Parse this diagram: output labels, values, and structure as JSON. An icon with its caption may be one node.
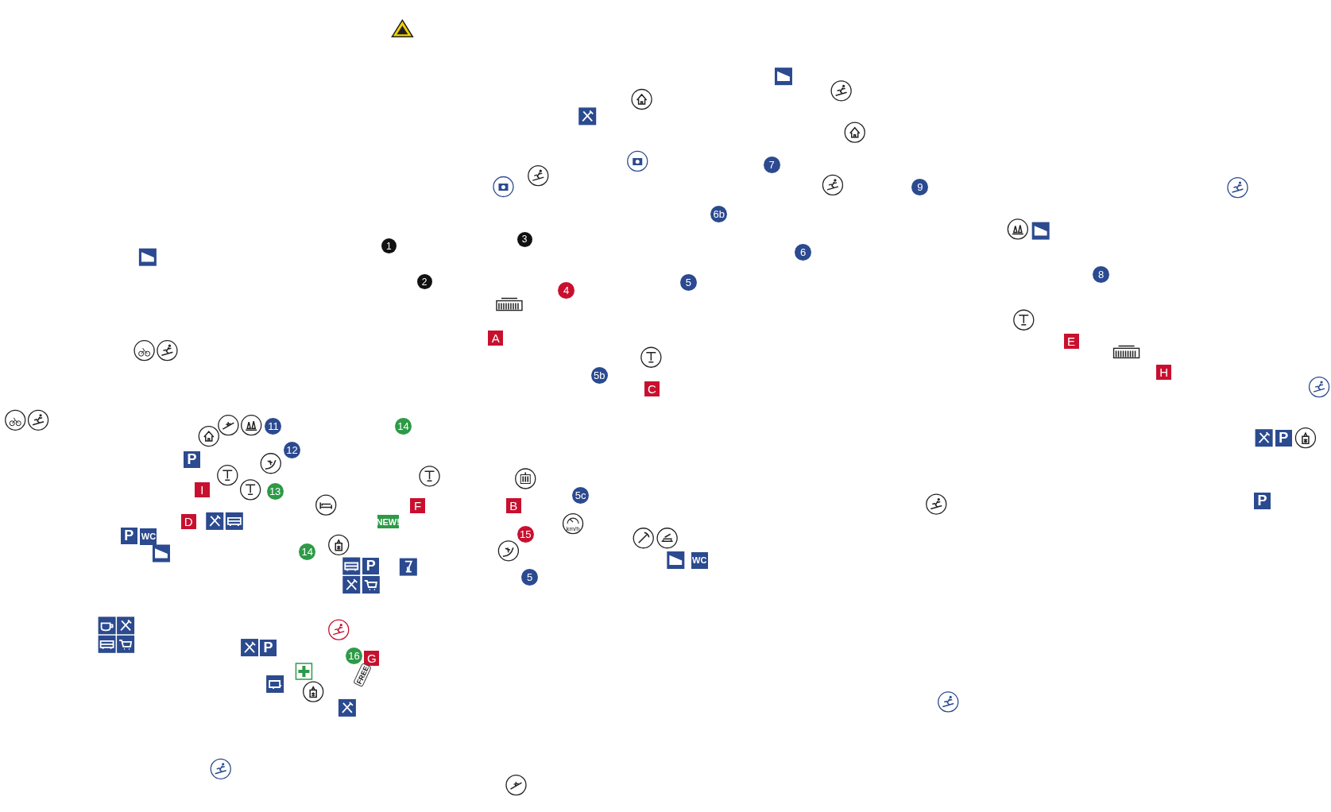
{
  "diagram": {
    "labels": [
      "7",
      "9",
      "6b",
      "3",
      "1",
      "6",
      "8",
      "2",
      "5",
      "4",
      "A",
      "E",
      "5b",
      "H",
      "C",
      "11",
      "14",
      "P",
      "12",
      "P",
      "I",
      "13",
      "F",
      "B",
      "5c",
      "P",
      "D",
      "NEW!",
      "km/h",
      "P",
      "WC",
      "15",
      "14",
      "WC",
      "P",
      "5",
      "P",
      "16",
      "G",
      "FREE"
    ]
  }
}
